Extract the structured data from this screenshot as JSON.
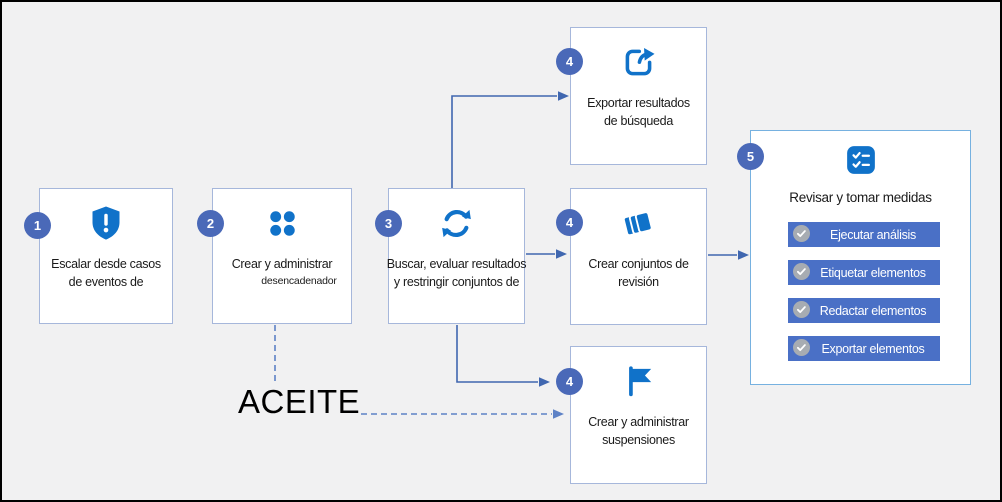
{
  "colors": {
    "background": "#f1f1f2",
    "frame_border": "#000000",
    "node_border": "#a6b7db",
    "panel_border": "#76b1e0",
    "badge_blue": "#4a69b8",
    "icon_blue": "#1072c9",
    "connector_blue": "#4067b0",
    "dashed_blue": "#5e82c6",
    "action_button_blue": "#4a70c6",
    "check_circle_gray": "#a7acb2"
  },
  "nodes": {
    "escalate": {
      "badge": "1",
      "icon": "shield-alert-icon",
      "lines": [
        "Escalar desde casos",
        "de eventos de"
      ]
    },
    "create_manage": {
      "badge": "2",
      "icon": "apps-dots-icon",
      "lines": [
        "Crear y administrar"
      ],
      "sub": "desencadenador"
    },
    "search": {
      "badge": "3",
      "icon": "sync-icon",
      "lines": [
        "Buscar, evaluar resultados",
        "y restringir conjuntos de"
      ]
    },
    "export_results": {
      "badge": "4",
      "icon": "export-share-icon",
      "lines": [
        "Exportar resultados",
        "de búsqueda"
      ]
    },
    "review_sets": {
      "badge": "4",
      "icon": "review-set-stack-icon",
      "lines": [
        "Crear conjuntos de",
        "revisión"
      ]
    },
    "holds": {
      "badge": "4",
      "icon": "flag-icon",
      "lines": [
        "Crear y administrar",
        "suspensiones"
      ]
    },
    "review_act": {
      "badge": "5",
      "icon": "checklist-icon",
      "title": "Revisar y tomar medidas",
      "actions": [
        "Ejecutar análisis",
        "Etiquetar elementos",
        "Redactar elementos",
        "Exportar elementos"
      ]
    }
  },
  "annotation": {
    "label": "ACEITE"
  }
}
